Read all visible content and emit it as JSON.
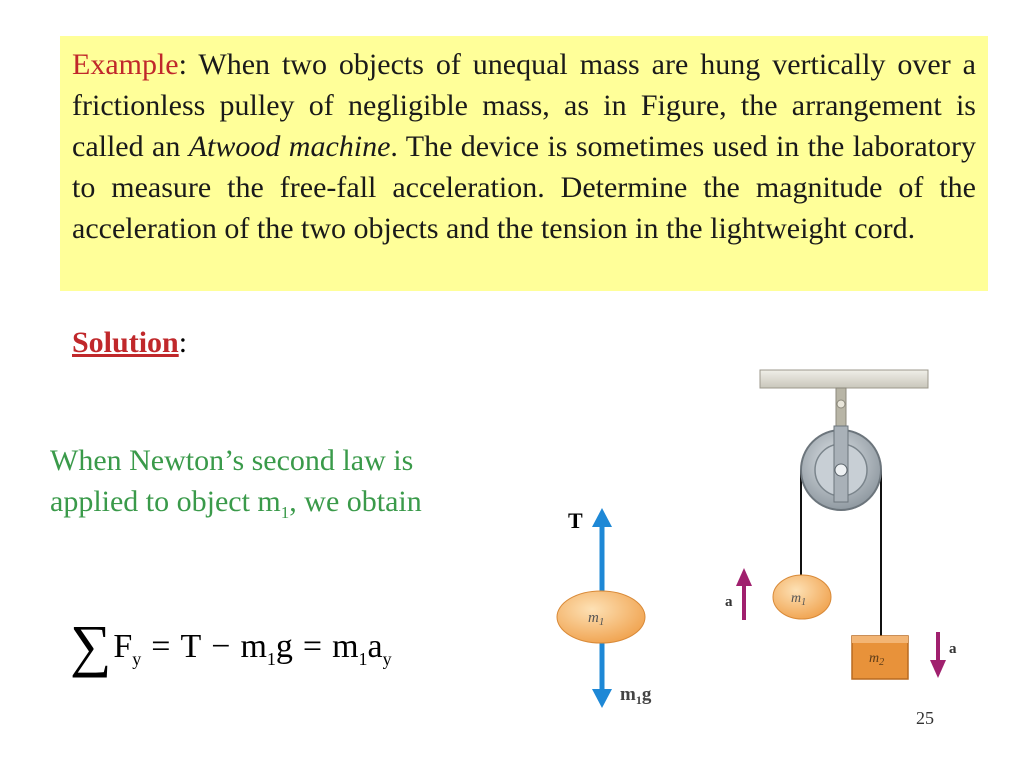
{
  "example": {
    "label": "Example",
    "colon": ":",
    "text_part1": " When two objects of unequal mass are hung vertically over a frictionless pulley of negligible mass, as in Figure, the arrangement is called an ",
    "italic_term": "Atwood machine",
    "text_part2": ". The device is sometimes used in the laboratory to measure the free-fall acceleration. Determine the magnitude of the acceleration of the two objects and the tension in the lightweight cord."
  },
  "solution": {
    "label": "Solution",
    "colon": ":"
  },
  "newton": {
    "line1": "When Newton’s second law is applied to object m",
    "sub": "1",
    "line2": ", we obtain"
  },
  "equation": {
    "sigma": "∑",
    "F": "F",
    "F_sub": "y",
    "equals1": "=",
    "T": "T",
    "minus": "−",
    "m1": "m",
    "m1_sub": "1",
    "g": "g",
    "equals2": "=",
    "m1b": "m",
    "m1b_sub": "1",
    "a": "a",
    "a_sub": "y"
  },
  "figure": {
    "free_body": {
      "tension_label": "T",
      "mass_label": "m",
      "mass_sub": "1",
      "weight_label": "m",
      "weight_sub": "1",
      "weight_g": "g"
    },
    "atwood": {
      "mass1_label": "m",
      "mass1_sub": "1",
      "mass2_label": "m",
      "mass2_sub": "2",
      "accel_up_label": "a",
      "accel_down_label": "a"
    },
    "colors": {
      "arrow_blue": "#1e88d6",
      "arrow_purple": "#a0206e",
      "mass_orange": "#f5b769",
      "block_orange": "#e8923a",
      "pulley_gray": "#9aa4ad"
    }
  },
  "page_number": "25"
}
